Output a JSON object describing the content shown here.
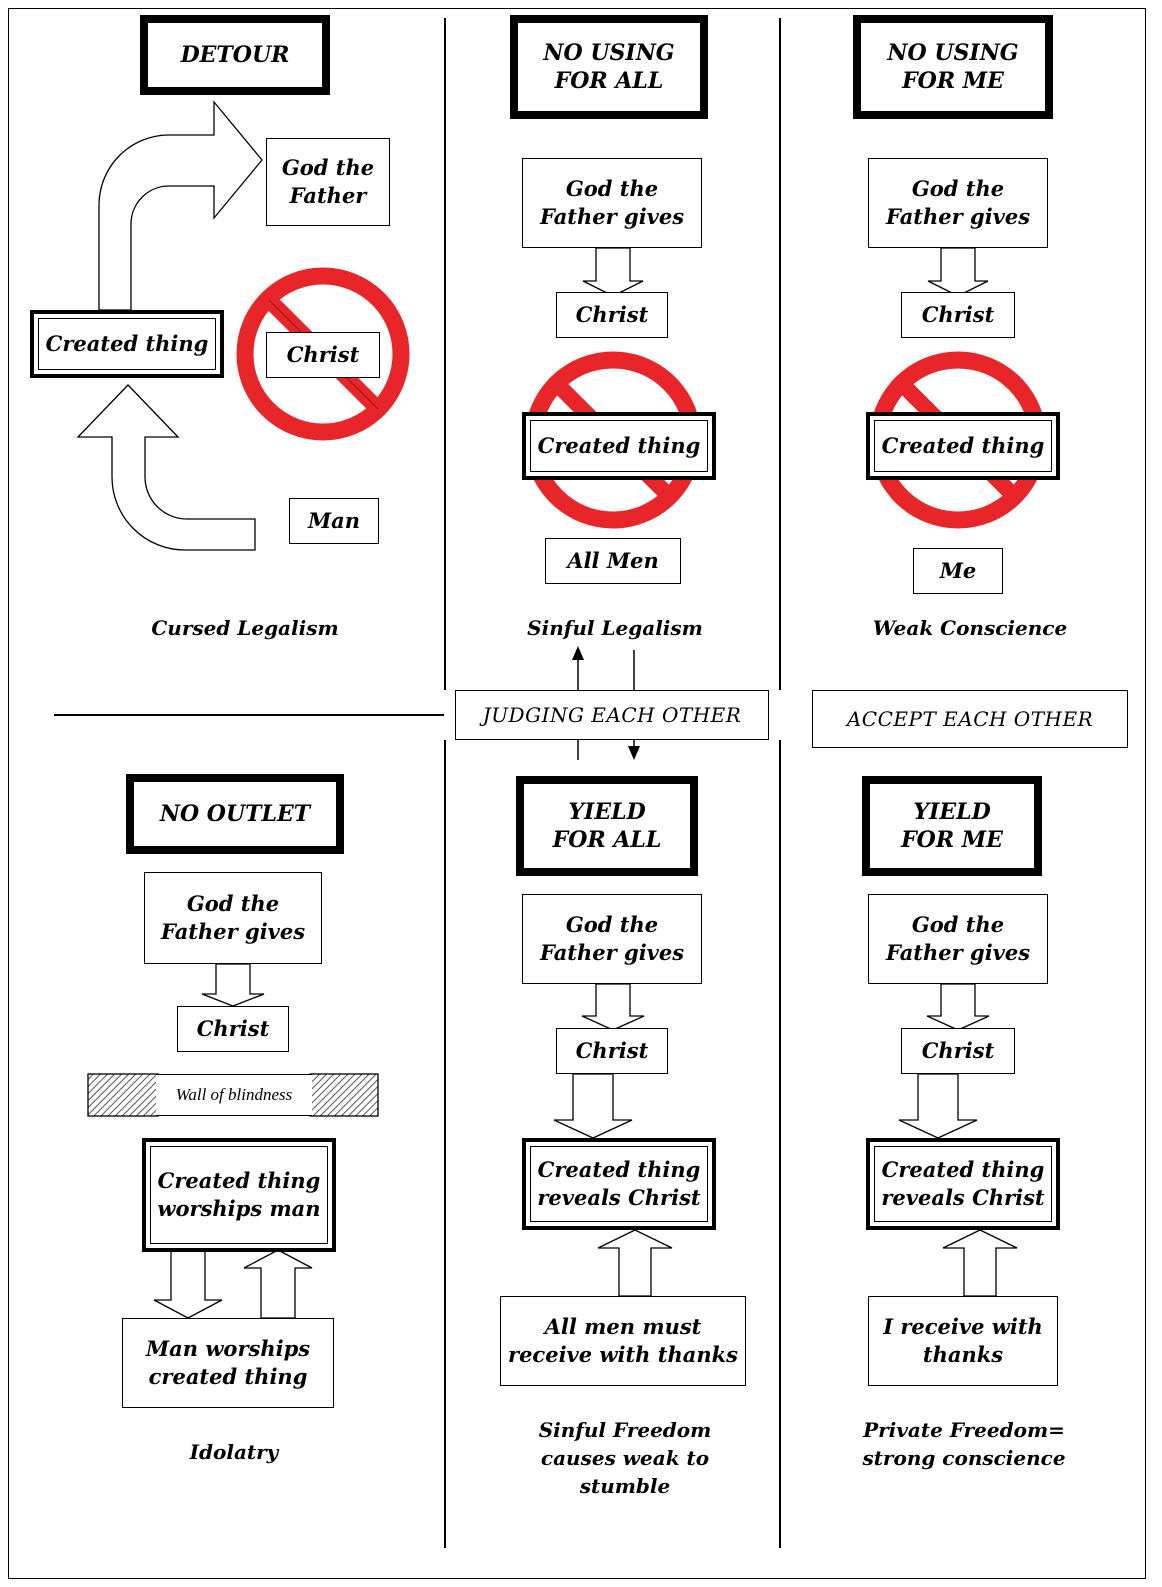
{
  "panels": {
    "detour": {
      "sign": "DETOUR",
      "god": "God the Father",
      "created": "Created thing",
      "christ": "Christ",
      "man": "Man",
      "caption": "Cursed Legalism"
    },
    "no_using_all": {
      "sign": "NO USING FOR ALL",
      "god": "God the Father gives",
      "christ": "Christ",
      "created": "Created thing",
      "men": "All Men",
      "caption": "Sinful Legalism"
    },
    "no_using_me": {
      "sign": "NO USING FOR ME",
      "god": "God the Father gives",
      "christ": "Christ",
      "created": "Created thing",
      "me": "Me",
      "caption": "Weak Conscience"
    },
    "no_outlet": {
      "sign": "NO OUTLET",
      "god": "God the Father gives",
      "christ": "Christ",
      "wall": "Wall of blindness",
      "created": "Created thing worships man",
      "man": "Man worships created thing",
      "caption": "Idolatry"
    },
    "yield_all": {
      "sign": "YIELD FOR ALL",
      "god": "God the Father gives",
      "christ": "Christ",
      "created": "Created thing reveals Christ",
      "men": "All men must receive with thanks",
      "caption": "Sinful Freedom causes weak to stumble"
    },
    "yield_me": {
      "sign": "YIELD FOR ME",
      "god": "God the Father gives",
      "christ": "Christ",
      "created": "Created thing reveals Christ",
      "me": "I receive with thanks",
      "caption": "Private Freedom= strong conscience"
    }
  },
  "labels": {
    "judging": "JUDGING EACH OTHER",
    "accept": "ACCEPT EACH OTHER"
  },
  "colors": {
    "prohibition_red": "#e8262a",
    "ink": "#000000"
  }
}
